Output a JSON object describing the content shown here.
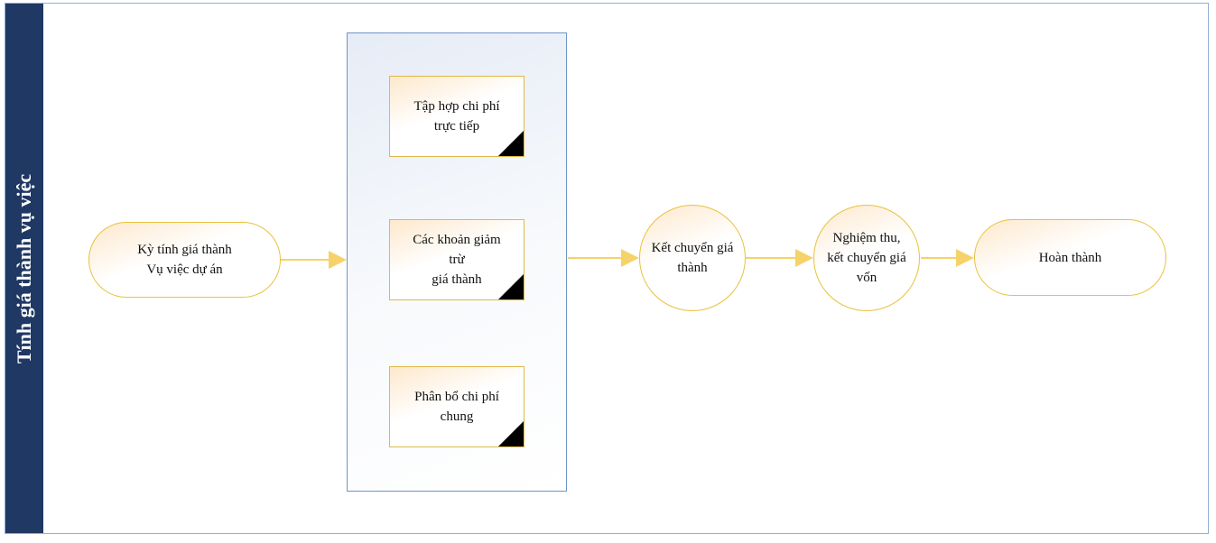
{
  "lane": {
    "title": "Tính giá thành vụ việc"
  },
  "nodes": {
    "start": "Kỳ tính giá thành\nVụ việc dự án",
    "t1": "Tập hợp chi phí\ntrực tiếp",
    "t2": "Các khoản giảm\ntrừ\ngiá thành",
    "t3": "Phân bổ chi phí\nchung",
    "c1": "Kết chuyển giá\nthành",
    "c2": "Nghiệm thu,\nkết chuyển giá\nvốn",
    "end": "Hoàn thành"
  },
  "colors": {
    "lane": "#1f3864",
    "connector": "#f5d36a",
    "border": "#e8c23e"
  }
}
